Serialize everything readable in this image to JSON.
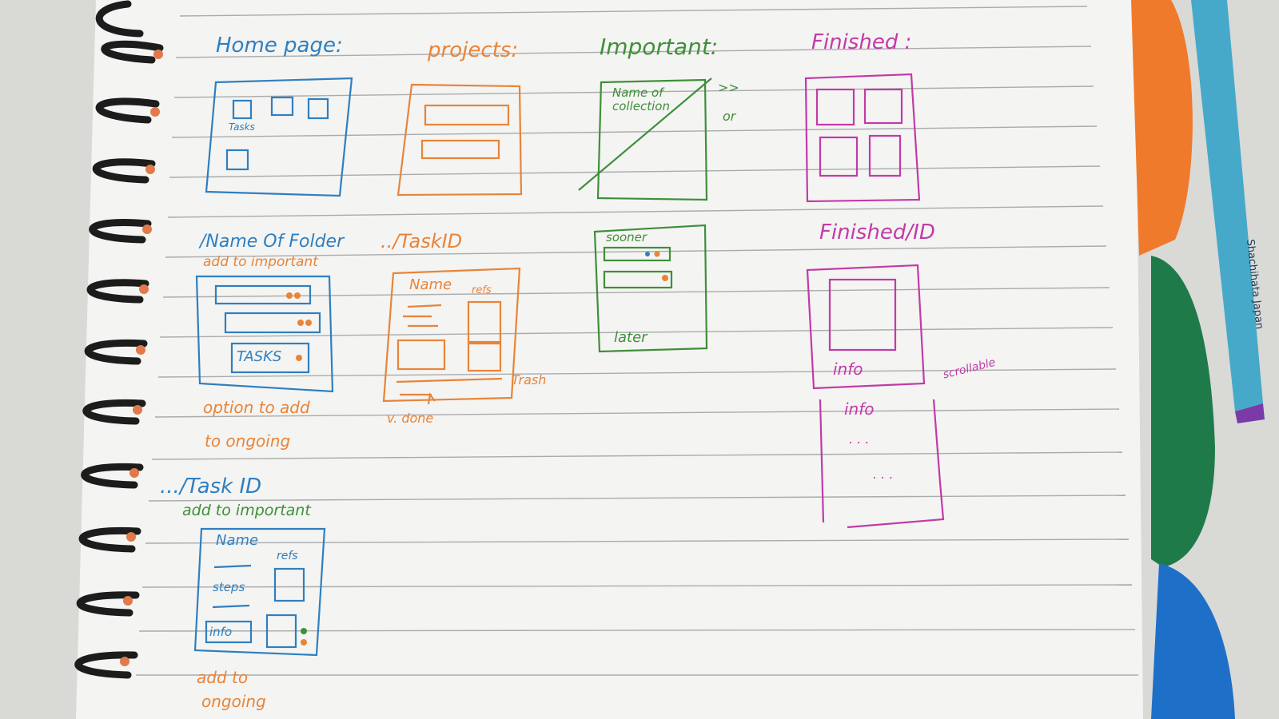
{
  "sections": {
    "home_page": {
      "title": "Home page:",
      "tasks_label": "Tasks"
    },
    "projects": {
      "title": "projects:"
    },
    "important": {
      "title": "Important:",
      "name_of_collection": "Name of collection",
      "arrows": ">>",
      "or": "or"
    },
    "finished": {
      "title": "Finished :"
    },
    "name_of_folder": {
      "title": "/Name Of Folder",
      "add_to_important": "add to important",
      "tasks_label": "TASKS",
      "option": "option to add",
      "option2": "to ongoing"
    },
    "task_id_1": {
      "title": "../TaskID",
      "name": "Name",
      "refs": "refs",
      "trash": "Trash",
      "done": "v. done"
    },
    "important_list": {
      "sooner": "sooner",
      "later": "later"
    },
    "finished_id": {
      "title": "Finished/ID",
      "info1": "info",
      "scrollable": "scrollable",
      "info2": "info",
      "dots1": ". . .",
      "dots2": ". . ."
    },
    "task_id_2": {
      "title": ".../Task ID",
      "add_to_important": "add to important",
      "name": "Name",
      "refs": "refs",
      "steps": "steps",
      "info": "info",
      "add_to": "add to",
      "ongoing": "ongoing"
    }
  },
  "colors": {
    "blue": "#2f7fc0",
    "orange": "#e8843a",
    "green": "#3f8f3a",
    "magenta": "#c23aa8",
    "paper": "#f4f4f2",
    "rule_line": "#a9abad"
  }
}
